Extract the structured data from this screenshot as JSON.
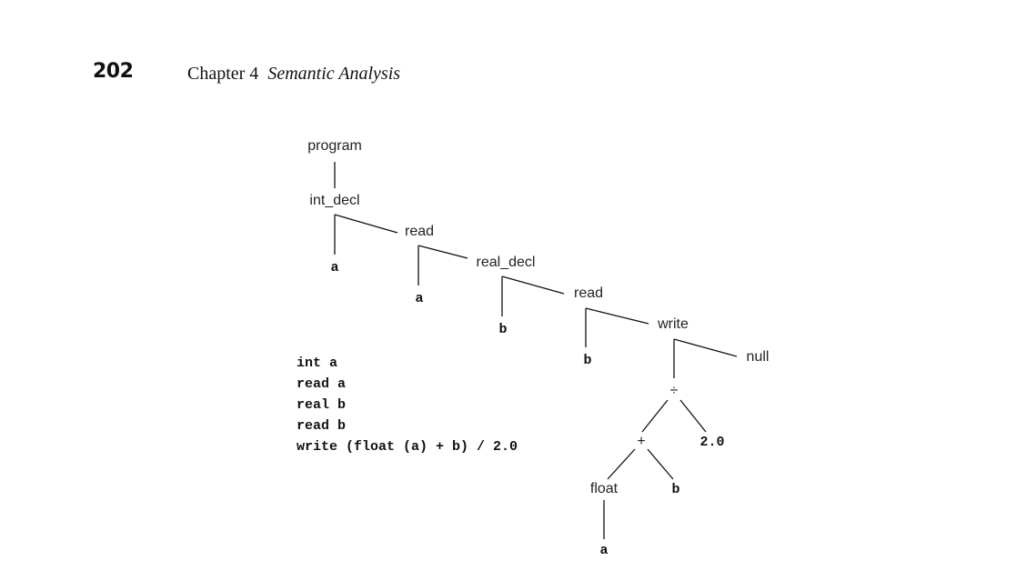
{
  "header": {
    "page_number": "202",
    "chapter_label": "Chapter 4",
    "section_title": "Semantic Analysis"
  },
  "code": {
    "lines": [
      "int a",
      "read a",
      "real b",
      "read b",
      "write (float (a) + b) / 2.0"
    ]
  },
  "tree": {
    "program": "program",
    "int_decl": "int_decl",
    "int_decl_id": "a",
    "read1": "read",
    "read1_id": "a",
    "real_decl": "real_decl",
    "real_decl_id": "b",
    "read2": "read",
    "read2_id": "b",
    "write": "write",
    "null": "null",
    "div": "÷",
    "plus": "+",
    "const": "2.0",
    "float": "float",
    "plus_right": "b",
    "float_arg": "a"
  }
}
